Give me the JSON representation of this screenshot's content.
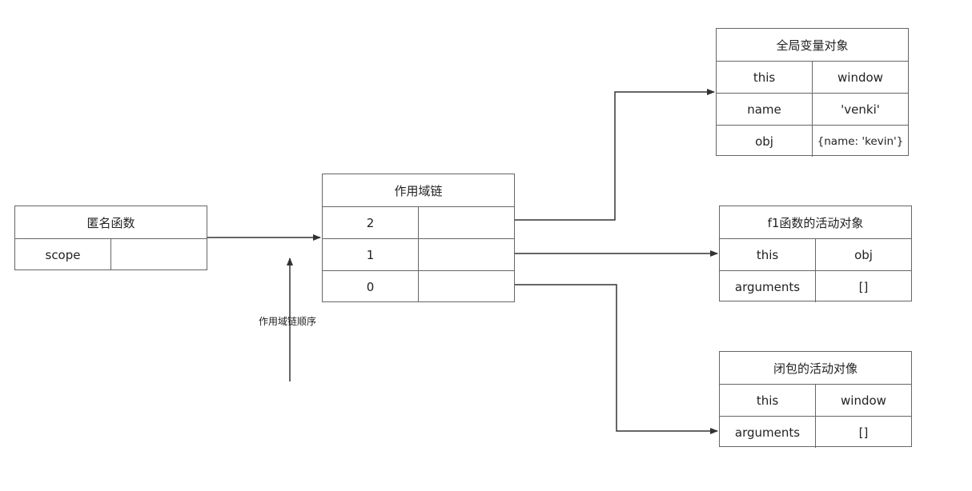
{
  "anon": {
    "title": "匿名函数",
    "rows": [
      [
        "scope",
        ""
      ]
    ]
  },
  "chain": {
    "title": "作用域链",
    "rows": [
      [
        "2",
        ""
      ],
      [
        "1",
        ""
      ],
      [
        "0",
        ""
      ]
    ]
  },
  "global": {
    "title": "全局变量对象",
    "rows": [
      [
        "this",
        "window"
      ],
      [
        "name",
        "'venki'"
      ],
      [
        "obj",
        "{name: 'kevin'}"
      ]
    ]
  },
  "f1": {
    "title": "f1函数的活动对象",
    "rows": [
      [
        "this",
        "obj"
      ],
      [
        "arguments",
        "[]"
      ]
    ]
  },
  "closure": {
    "title": "闭包的活动对像",
    "rows": [
      [
        "this",
        "window"
      ],
      [
        "arguments",
        "[]"
      ]
    ]
  },
  "order_label": "作用域链顺序",
  "colors": {
    "line": "#333333",
    "border": "#666666"
  }
}
